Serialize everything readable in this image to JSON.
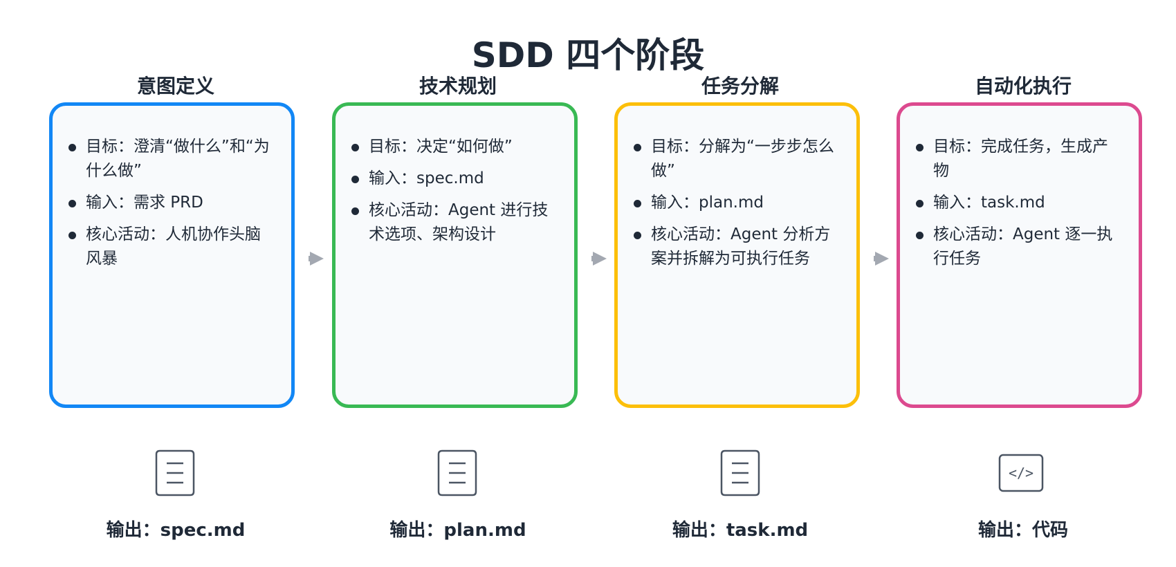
{
  "title": "SDD 四个阶段",
  "colors": {
    "stage1": "#1287f5",
    "stage2": "#39b954",
    "stage3": "#fcbf0a",
    "stage4": "#dc4a8f",
    "arrow": "#a3a8b1",
    "icon": "#4b5563"
  },
  "stages": [
    {
      "title": "意图定义",
      "items": [
        "目标：澄清“做什么”和“为什么做”",
        "输入：需求 PRD",
        "核心活动：人机协作头脑风暴"
      ],
      "output_icon": "document-icon",
      "output": "输出：spec.md"
    },
    {
      "title": "技术规划",
      "items": [
        "目标：决定“如何做”",
        "输入：spec.md",
        "核心活动：Agent 进行技术选项、架构设计"
      ],
      "output_icon": "document-icon",
      "output": "输出：plan.md"
    },
    {
      "title": "任务分解",
      "items": [
        "目标：分解为“一步步怎么做”",
        "输入：plan.md",
        "核心活动：Agent 分析方案并拆解为可执行任务"
      ],
      "output_icon": "document-icon",
      "output": "输出：task.md"
    },
    {
      "title": "自动化执行",
      "items": [
        "目标：完成任务，生成产物",
        "输入：task.md",
        "核心活动：Agent 逐一执行任务"
      ],
      "output_icon": "code-icon",
      "output": "输出：代码"
    }
  ],
  "code_icon_text": "</>"
}
